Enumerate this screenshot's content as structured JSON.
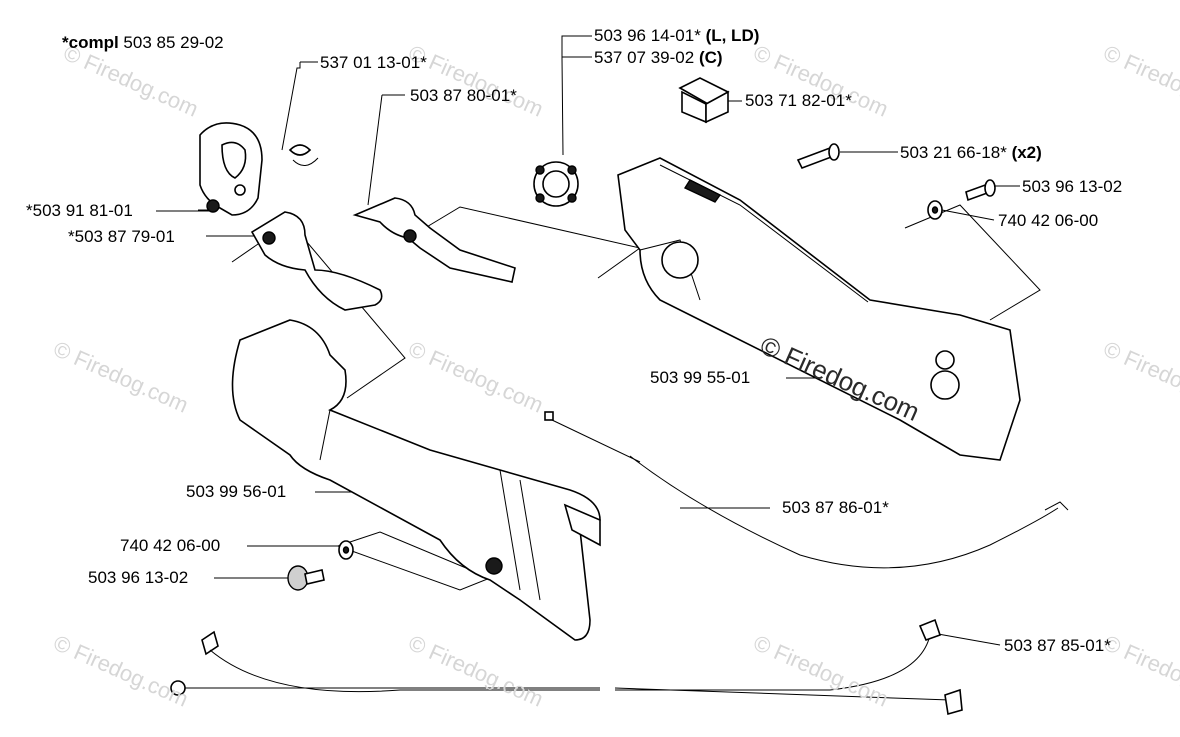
{
  "watermark": {
    "text": "© Firedog.com",
    "main_text": "© Firedog.com"
  },
  "labels": {
    "compl_prefix": "*compl",
    "compl_number": "503 85 29-02",
    "p537011301": "537 01 13-01*",
    "p503878001": "503 87 80-01*",
    "p503961401": "503 96 14-01*",
    "p503961401_suffix": "(L, LD)",
    "p537073902": "537 07 39-02",
    "p537073902_suffix": "(C)",
    "p503718201": "503 71 82-01*",
    "p503216618": "503 21 66-18*",
    "p503216618_suffix": "(x2)",
    "p503961302_right": "503 96 13-02",
    "p740420600_right": "740 42 06-00",
    "p503918101": "*503 91 81-01",
    "p503877901": "*503 87 79-01",
    "p503995501": "503 99 55-01",
    "p503995601": "503 99 56-01",
    "p503878601": "503 87 86-01*",
    "p740420600_left": "740 42 06-00",
    "p503961302_left": "503 96 13-02",
    "p503878501": "503 87 85-01*"
  }
}
